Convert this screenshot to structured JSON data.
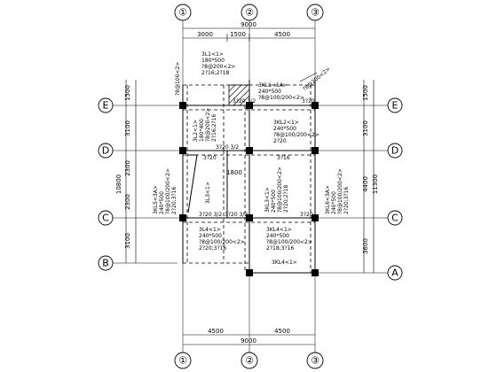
{
  "axes": {
    "vertical": [
      "①",
      "②",
      "③"
    ],
    "horizontal_left": [
      "E",
      "D",
      "C",
      "B"
    ],
    "horizontal_right": [
      "E",
      "D",
      "C",
      "A"
    ]
  },
  "dimensions": {
    "top_total": "9000",
    "top_segments": [
      "3000",
      "1500",
      "4500"
    ],
    "bottom_total": "9000",
    "bottom_segments": [
      "4500",
      "4500"
    ],
    "left_total": "10800",
    "left_segments": [
      "1500",
      "3100",
      "2300",
      "2300",
      "3100"
    ],
    "right_total": "11300",
    "right_overall": "4400",
    "right_segments": [
      "1500",
      "3100",
      "3600"
    ],
    "interior_1800": "1800"
  },
  "beam_labels": {
    "l1_a": "3L1<1>",
    "l1_b": "180*500",
    "l1_c": "?8@200<2>",
    "l1_d": "2?16;2?18",
    "l1_e": "?8@100<2>",
    "l2_stack": "3L2<1>",
    "l2_line2": "180*400",
    "l2_line3": "?8@200<2>",
    "l2_line4": "2?16;2?16",
    "kl1_a": "3KL1<1A>",
    "kl1_b": "240*500",
    "kl1_c": "?8@100/200<2>",
    "kl2_a": "3KL2<1>",
    "kl2_b": "240*500",
    "kl2_c": "?8@100/200<2>",
    "kl2_d": "2?20",
    "kl3_a": "3KL3<1>",
    "kl3_b": "240*500",
    "kl3_c": "?8@100/200<2>",
    "kl3_d": "2?20;2?18",
    "kl4_a": "3KL4<1>",
    "kl4_b": "240*500",
    "kl4_c": "?8@100/200<2>",
    "kl4_d": "2?18;3?16",
    "kl4_bottom": "3KL4<1>",
    "kl5_a": "3KL5<3A>",
    "kl5_b": "240*500",
    "kl5_c": "?8@100/200<2>",
    "kl5_d": "2?20;3?16",
    "kl6_a": "3KL6<3A>",
    "kl6_b": "240*500",
    "kl6_c": "?8@100/200<2>",
    "kl6_d": "2?20;3?16",
    "l3": "3L3<1>",
    "l4_a": "3L4<1>",
    "l4_b": "240*500",
    "l4_c": "?8@100/200<2>",
    "l4_d": "2?20;3?16",
    "r3120_a": "3?20 3/2",
    "r3120_b": "3?20 3/2",
    "r3120_c": "3?20 3/2",
    "r3120_d": "3?20 3/2",
    "r3120_e": "3?20",
    "r3120_f": "3?20",
    "r3120_g": "3?20",
    "r3116": "3?16",
    "diag": "?8@200<2>",
    "slab_note": "?8@100<2>"
  }
}
